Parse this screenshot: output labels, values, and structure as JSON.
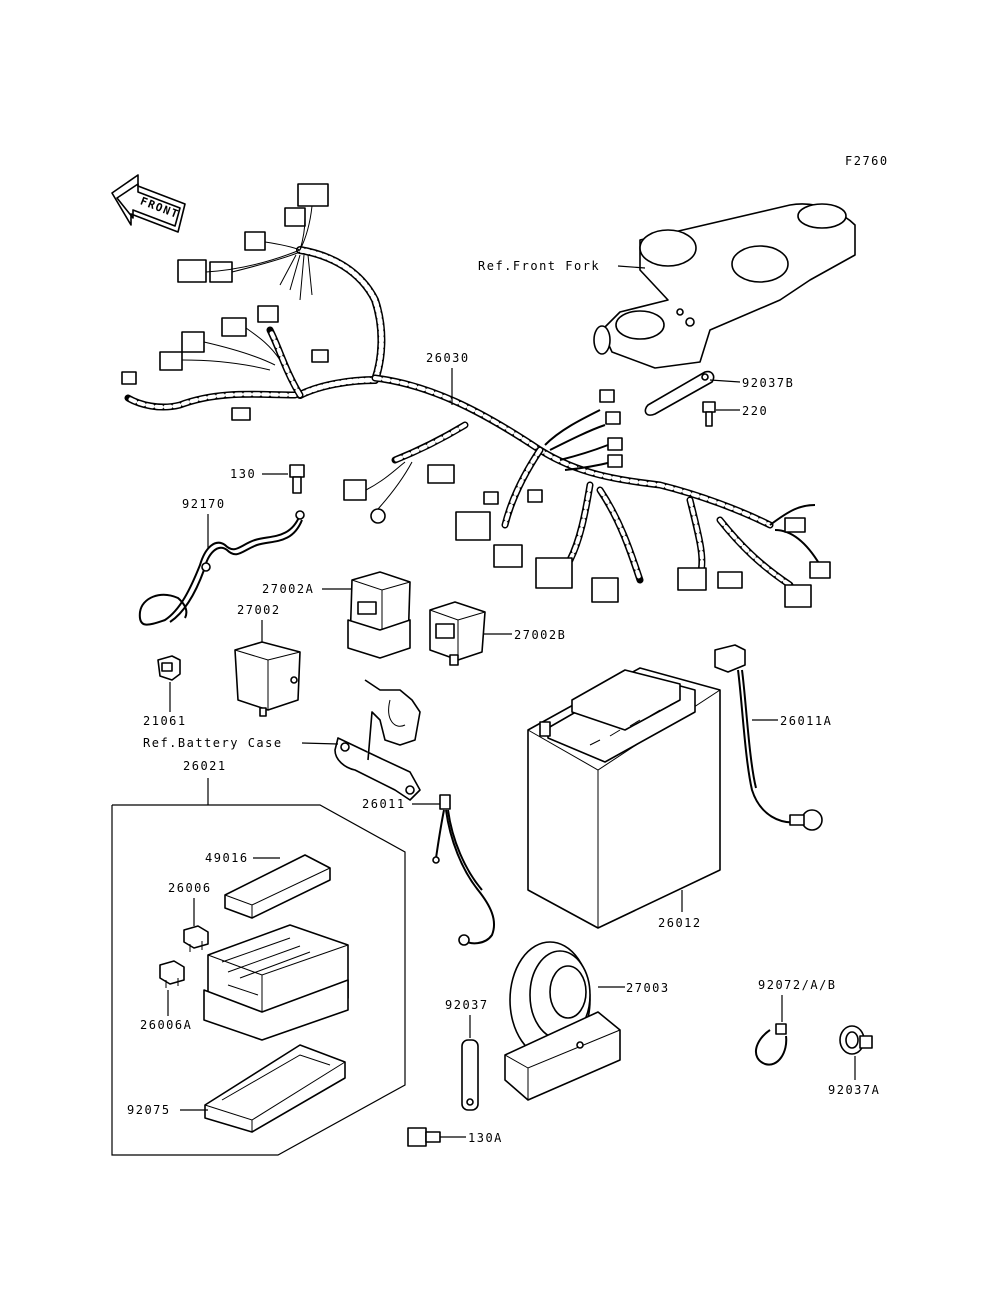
{
  "figure_code": "F2760",
  "front_badge": "FRONT",
  "labels": {
    "harness": "26030",
    "front_fork_ref": "Ref.Front Fork",
    "bracket_92037b": "92037B",
    "bolt_220": "220",
    "bolt_130": "130",
    "wire_92170": "92170",
    "relay_27002a": "27002A",
    "relay_27002": "27002",
    "relay_27002b": "27002B",
    "part_21061": "21061",
    "battery_case_ref": "Ref.Battery Case",
    "fusebox_group": "26021",
    "cover_49016": "49016",
    "fuse_26006": "26006",
    "fuse_26006a": "26006A",
    "cover_92075": "92075",
    "lead_26011": "26011",
    "lead_26011a": "26011A",
    "battery_26012": "26012",
    "horn_27003": "27003",
    "bracket_92037": "92037",
    "bolt_130a": "130A",
    "clamp_92072": "92072/A/B",
    "clamp_92037a": "92037A"
  }
}
